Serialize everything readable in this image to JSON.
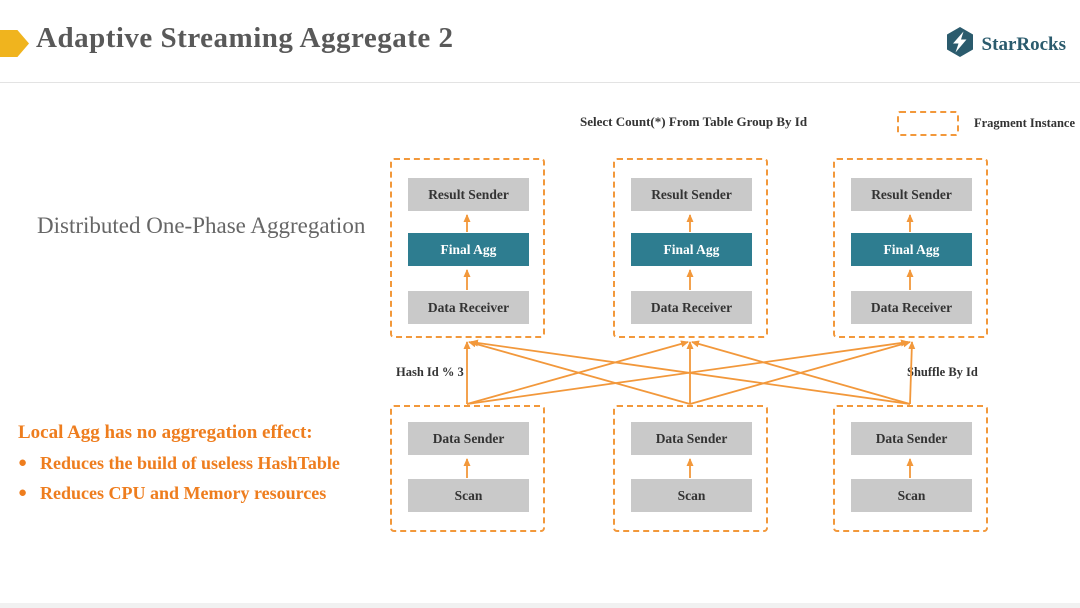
{
  "header": {
    "title": "Adaptive Streaming Aggregate 2",
    "logo_text": "StarRocks"
  },
  "query_label": "Select Count(*) From Table Group By Id",
  "legend": {
    "label": "Fragment Instance"
  },
  "left_caption": "Distributed One-Phase Aggregation",
  "notes": {
    "title": "Local Agg has no aggregation effect:",
    "bullets": [
      "Reduces the build of useless HashTable",
      "Reduces CPU and Memory resources"
    ]
  },
  "diagram": {
    "edge_labels": {
      "left": "Hash Id % 3",
      "right": "Shuffle By Id"
    },
    "top_fragments": [
      {
        "nodes": [
          "Result Sender",
          "Final Agg",
          "Data Receiver"
        ]
      },
      {
        "nodes": [
          "Result Sender",
          "Final Agg",
          "Data Receiver"
        ]
      },
      {
        "nodes": [
          "Result Sender",
          "Final Agg",
          "Data Receiver"
        ]
      }
    ],
    "bottom_fragments": [
      {
        "nodes": [
          "Data Sender",
          "Scan"
        ]
      },
      {
        "nodes": [
          "Data Sender",
          "Scan"
        ]
      },
      {
        "nodes": [
          "Data Sender",
          "Scan"
        ]
      }
    ],
    "shuffle": "full mesh 3x3 from Data Sender to Data Receiver"
  },
  "colors": {
    "accent_orange": "#F2983B",
    "note_orange": "#EE7D1E",
    "bullet_gold": "#F0B41E",
    "agg_teal": "#2E7D90",
    "logo_teal": "#2B5B6D",
    "node_gray": "#C9C9C9",
    "title_gray": "#595959"
  }
}
